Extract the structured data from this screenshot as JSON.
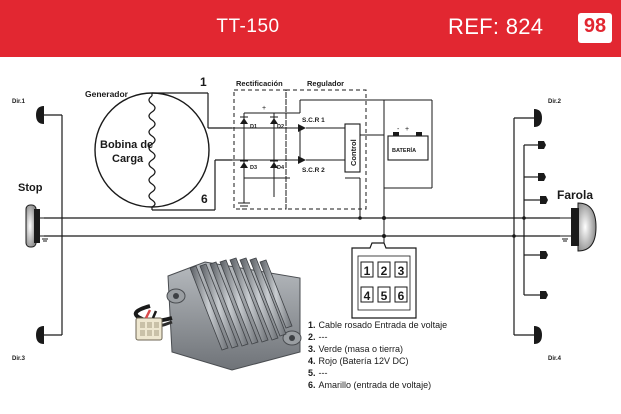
{
  "header": {
    "model": "TT-150",
    "ref": "REF: 824",
    "page": "98",
    "color": "#e22731"
  },
  "diagram": {
    "generator_label": "Generador",
    "coil_label_1": "Bobina de",
    "coil_label_2": "Carga",
    "terminal_1": "1",
    "terminal_6": "6",
    "rect_label": "Rectificación",
    "reg_label": "Regulador",
    "d1": "D1",
    "d2": "D2",
    "d3": "D3",
    "d4": "D4",
    "scr1": "S.C.R 1",
    "scr2": "S.C.R 2",
    "control": "Control",
    "battery": "BATERÍA",
    "plus": "+",
    "minus": "-",
    "dir1": "Dir.1",
    "dir2": "Dir.2",
    "dir3": "Dir.3",
    "dir4": "Dir.4",
    "stop": "Stop",
    "farola": "Farola"
  },
  "connector": {
    "pins": [
      "1",
      "2",
      "3",
      "4",
      "5",
      "6"
    ]
  },
  "legend": [
    {
      "num": "1.",
      "text": "Cable rosado Entrada de voltaje"
    },
    {
      "num": "2.",
      "text": "---"
    },
    {
      "num": "3.",
      "text": "Verde (masa o tierra)"
    },
    {
      "num": "4.",
      "text": "Rojo (Batería 12V DC)"
    },
    {
      "num": "5.",
      "text": "---"
    },
    {
      "num": "6.",
      "text": "Amarillo (entrada de voltaje)"
    }
  ]
}
